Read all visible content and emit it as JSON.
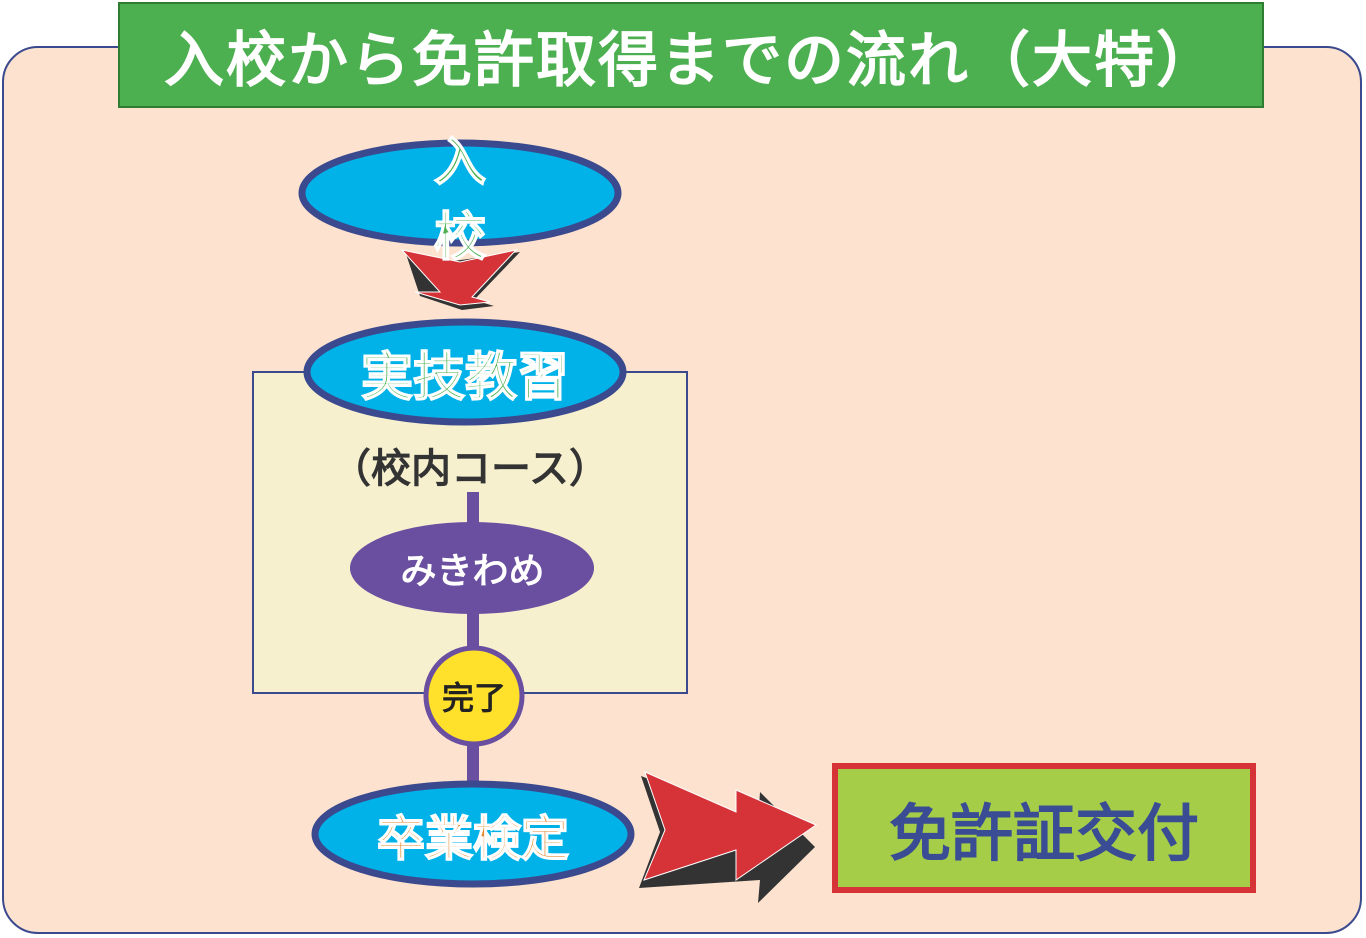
{
  "title": "入校から免許取得までの流れ（大特）",
  "steps": {
    "entry": "入　校",
    "practice": "実技教習",
    "course_note": "（校内コース）",
    "check": "みきわめ",
    "done": "完了",
    "graduation": "卒業検定",
    "license": "免許証交付"
  },
  "colors": {
    "title_bg": "#4caf50",
    "panel_bg": "#fde3cf",
    "ellipse": "#00b2e8",
    "ellipse_border": "#3b4a8e",
    "check_ellipse": "#6a4ea0",
    "done_circle": "#ffe02a",
    "arrow": "#d63339",
    "license_bg": "#a5cd48"
  }
}
